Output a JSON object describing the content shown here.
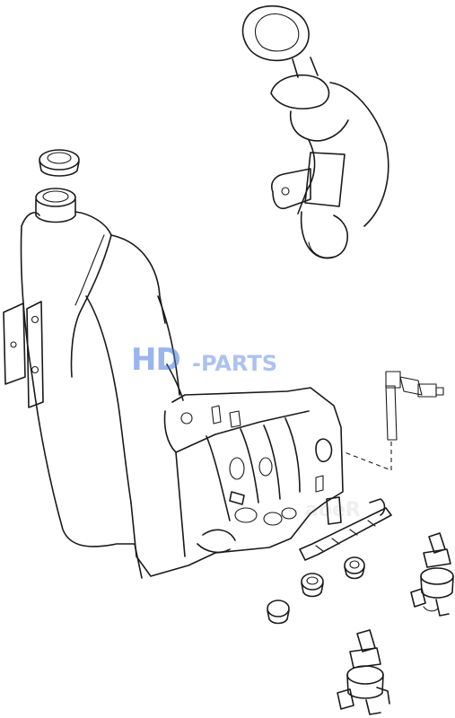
{
  "watermark": {
    "brand_main": "HD",
    "brand_sub": "-PARTS",
    "brand_faint": "aoeR",
    "color": "#4678dc"
  },
  "diagram": {
    "parts": [
      "washer-reservoir-tank",
      "filler-neck-hose",
      "filler-cap-seal",
      "level-sensor",
      "retaining-strap",
      "grommet",
      "washer-pump",
      "plug-cap"
    ],
    "highlight_color": "#e8d48a"
  }
}
